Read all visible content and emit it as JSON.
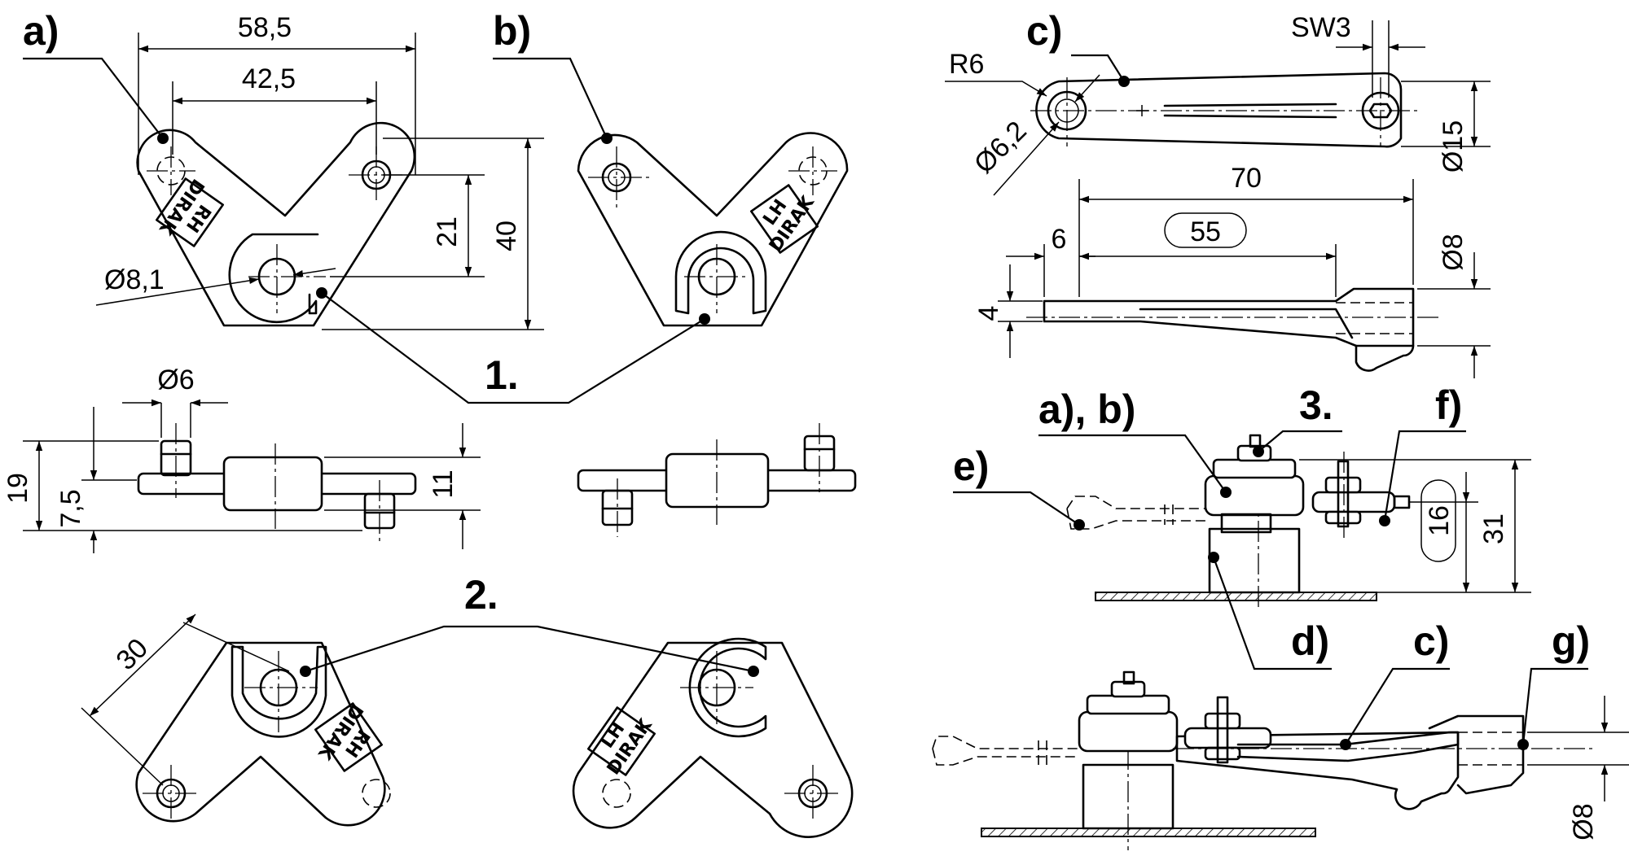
{
  "callouts": {
    "a": "a)",
    "b": "b)",
    "c": "c)",
    "ab": "a), b)",
    "three": "3.",
    "e": "e)",
    "f": "f)",
    "d": "d)",
    "c2": "c)",
    "g": "g)",
    "one": "1.",
    "two": "2."
  },
  "dims": {
    "d58_5": "58,5",
    "d42_5": "42,5",
    "d21": "21",
    "d40": "40",
    "dia8_1": "Ø8,1",
    "dia6": "Ø6",
    "d19": "19",
    "d7_5": "7,5",
    "d11": "11",
    "d30": "30",
    "sw3": "SW3",
    "r6": "R6",
    "dia6_2": "Ø6,2",
    "dia15": "Ø15",
    "d70": "70",
    "d6": "6",
    "d55": "55",
    "dia8": "Ø8",
    "d4": "4",
    "d16": "16",
    "d31": "31",
    "dia8b": "Ø8"
  },
  "stamps": {
    "rh_side": "RH",
    "lh_side": "LH",
    "brand": "DIRAK"
  }
}
